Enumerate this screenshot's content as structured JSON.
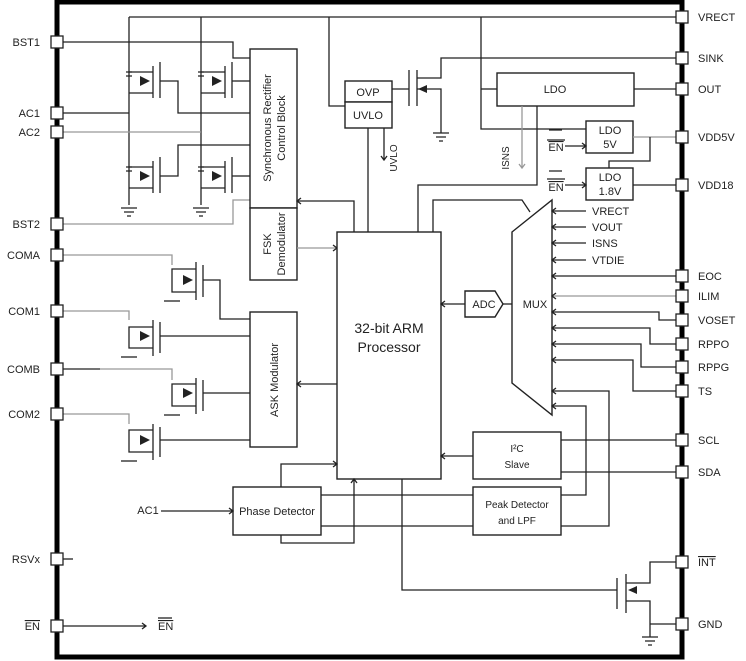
{
  "diagram": {
    "title": "Wireless power receiver functional block diagram",
    "left_pins": [
      "BST1",
      "AC1",
      "AC2",
      "BST2",
      "COMA",
      "COM1",
      "COMB",
      "COM2",
      "RSVx",
      "EN"
    ],
    "right_pins": [
      "VRECT",
      "SINK",
      "OUT",
      "VDD5V",
      "VDD18",
      "EOC",
      "ILIM",
      "VOSET",
      "RPPO",
      "RPPG",
      "TS",
      "SCL",
      "SDA",
      "INT",
      "GND"
    ],
    "blocks": {
      "sync_rect_line1": "Synchronous Rectifier",
      "sync_rect_line2": "Control Block",
      "fsk_line1": "FSK",
      "fsk_line2": "Demodulator",
      "ask": "ASK Modulator",
      "cpu_line1": "32-bit ARM",
      "cpu_line2": "Processor",
      "ovp": "OVP",
      "uvlo": "UVLO",
      "ldo_main": "LDO",
      "ldo5_line1": "LDO",
      "ldo5_line2": "5V",
      "ldo18_line1": "LDO",
      "ldo18_line2": "1.8V",
      "adc": "ADC",
      "mux": "MUX",
      "i2c_line1": "I²C",
      "i2c_line2": "Slave",
      "peak_line1": "Peak Detector",
      "peak_line2": "and LPF",
      "phase": "Phase Detector"
    },
    "signals": {
      "uvlo_out": "UVLO",
      "isns_out": "ISNS",
      "en_ldo5": "EN",
      "en_ldo18": "EN",
      "mux_in": [
        "VRECT",
        "VOUT",
        "ISNS",
        "VTDIE"
      ],
      "ac1_in": "AC1",
      "en_out": "EN"
    }
  }
}
